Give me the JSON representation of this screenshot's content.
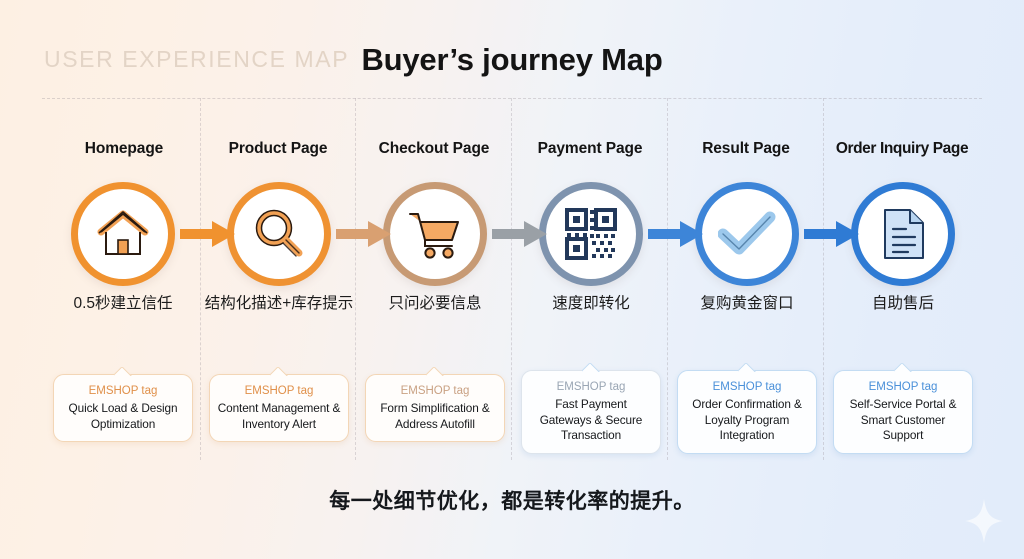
{
  "header": {
    "watermark": "USER EXPERIENCE MAP",
    "title": "Buyer’s journey Map"
  },
  "footer": {
    "text": "每一处细节优化，都是转化率的提升。"
  },
  "theme": {
    "orange": "#F0922F",
    "orange_light": "#F6B26B",
    "grey_arrow": "#9AA0A6",
    "blue": "#3D85D8",
    "blue_light": "#7FB2E5",
    "navy": "#1F3A5F",
    "bg_left": "#FDF0E3",
    "bg_right": "#E2ECFA",
    "watermark_color": "#E3D4C6"
  },
  "stages": [
    {
      "label": "Homepage",
      "icon": "home-icon",
      "caption": "0.5秒建立信任",
      "ring_color": "#F0922F",
      "tag": {
        "title": "EMSHOP tag",
        "title_color": "#E0904A",
        "body": "Quick Load & Design Optimization",
        "tone": "orange"
      },
      "arrow_after": {
        "color": "#F0922F",
        "visible": true
      }
    },
    {
      "label": "Product Page",
      "icon": "search-icon",
      "caption": "结构化描述+库存提示",
      "ring_color": "#EF9232",
      "tag": {
        "title": "EMSHOP tag",
        "title_color": "#E0904A",
        "body": "Content Management & Inventory Alert",
        "tone": "orange"
      },
      "arrow_after": {
        "color": "#D9A071",
        "visible": true
      }
    },
    {
      "label": "Checkout Page",
      "icon": "shopping-cart-icon",
      "caption": "只问必要信息",
      "ring_color": "#C79A74",
      "tag": {
        "title": "EMSHOP tag",
        "title_color": "#C9A183",
        "body": "Form Simplification & Address Autofill",
        "tone": "orange"
      },
      "arrow_after": {
        "color": "#9AA0A6",
        "visible": true
      }
    },
    {
      "label": "Payment Page",
      "icon": "qr-code-icon",
      "caption": "速度即转化",
      "ring_color": "#7E93AE",
      "tag": {
        "title": "EMSHOP tag",
        "title_color": "#9AA6B4",
        "body": "Fast Payment Gateways & Secure Transaction",
        "tone": "grey"
      },
      "arrow_after": {
        "color": "#4D8BD4",
        "visible": true
      }
    },
    {
      "label": "Result Page",
      "icon": "check-mark-icon",
      "caption": "复购黄金窗口",
      "ring_color": "#3D85D8",
      "tag": {
        "title": "EMSHOP tag",
        "title_color": "#4A90D9",
        "body": "Order Confirmation & Loyalty Program Integration",
        "tone": "blue"
      },
      "arrow_after": {
        "color": "#2F7BD4",
        "visible": true
      }
    },
    {
      "label": "Order Inquiry Page",
      "icon": "document-icon",
      "caption": "自助售后",
      "ring_color": "#2F7BD4",
      "tag": {
        "title": "EMSHOP tag",
        "title_color": "#4A90D9",
        "body": "Self-Service Portal & Smart Customer Support",
        "tone": "blue"
      },
      "arrow_after": {
        "color": "#2F7BD4",
        "visible": false
      }
    }
  ]
}
